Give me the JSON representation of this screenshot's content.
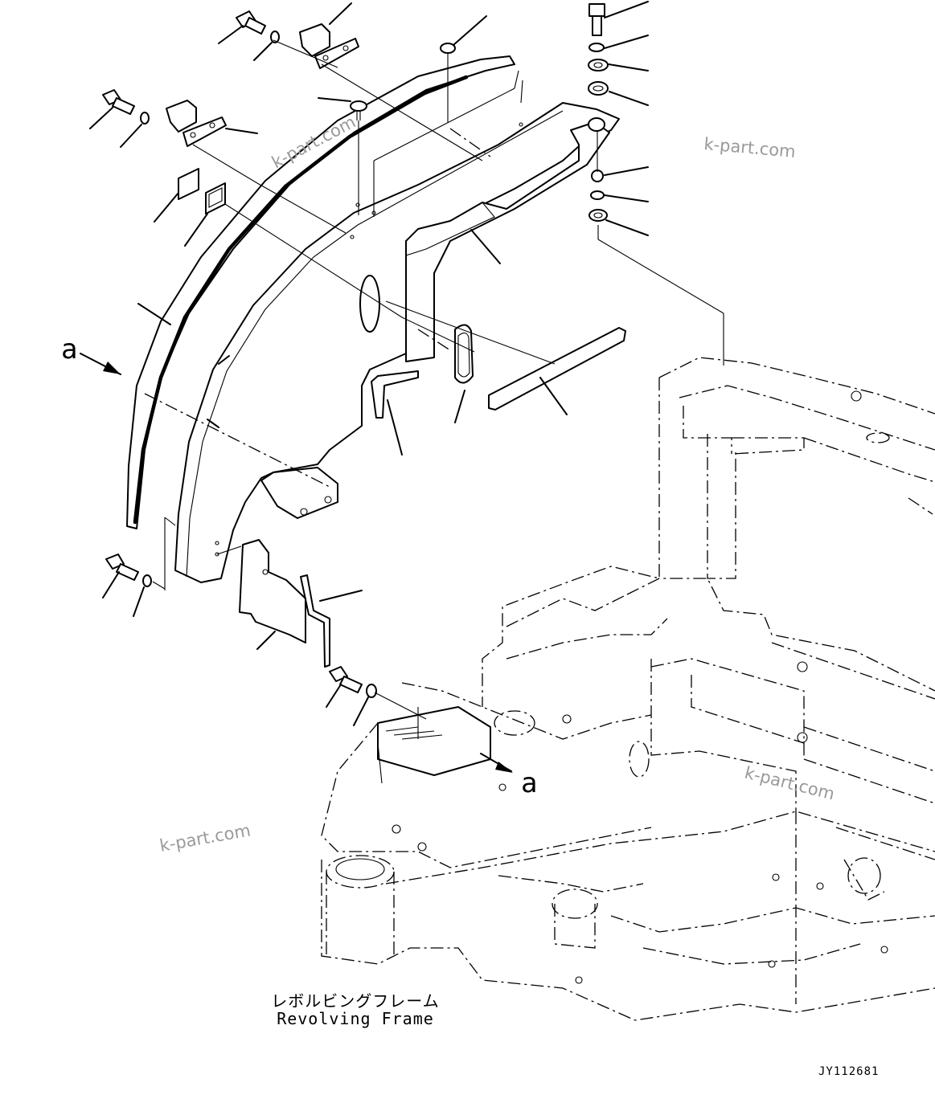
{
  "view_labels": {
    "view_a_start": "a",
    "view_a_end": "a"
  },
  "caption": {
    "japanese": "レボルビングフレーム",
    "english": "Revolving Frame"
  },
  "drawing_code": "JY112681",
  "watermarks": [
    "k-part.com",
    "k-part.com",
    "k-part.com",
    "k-part.com"
  ],
  "colors": {
    "line": "#000000",
    "watermark": "#9a9a9a",
    "background": "#ffffff"
  }
}
